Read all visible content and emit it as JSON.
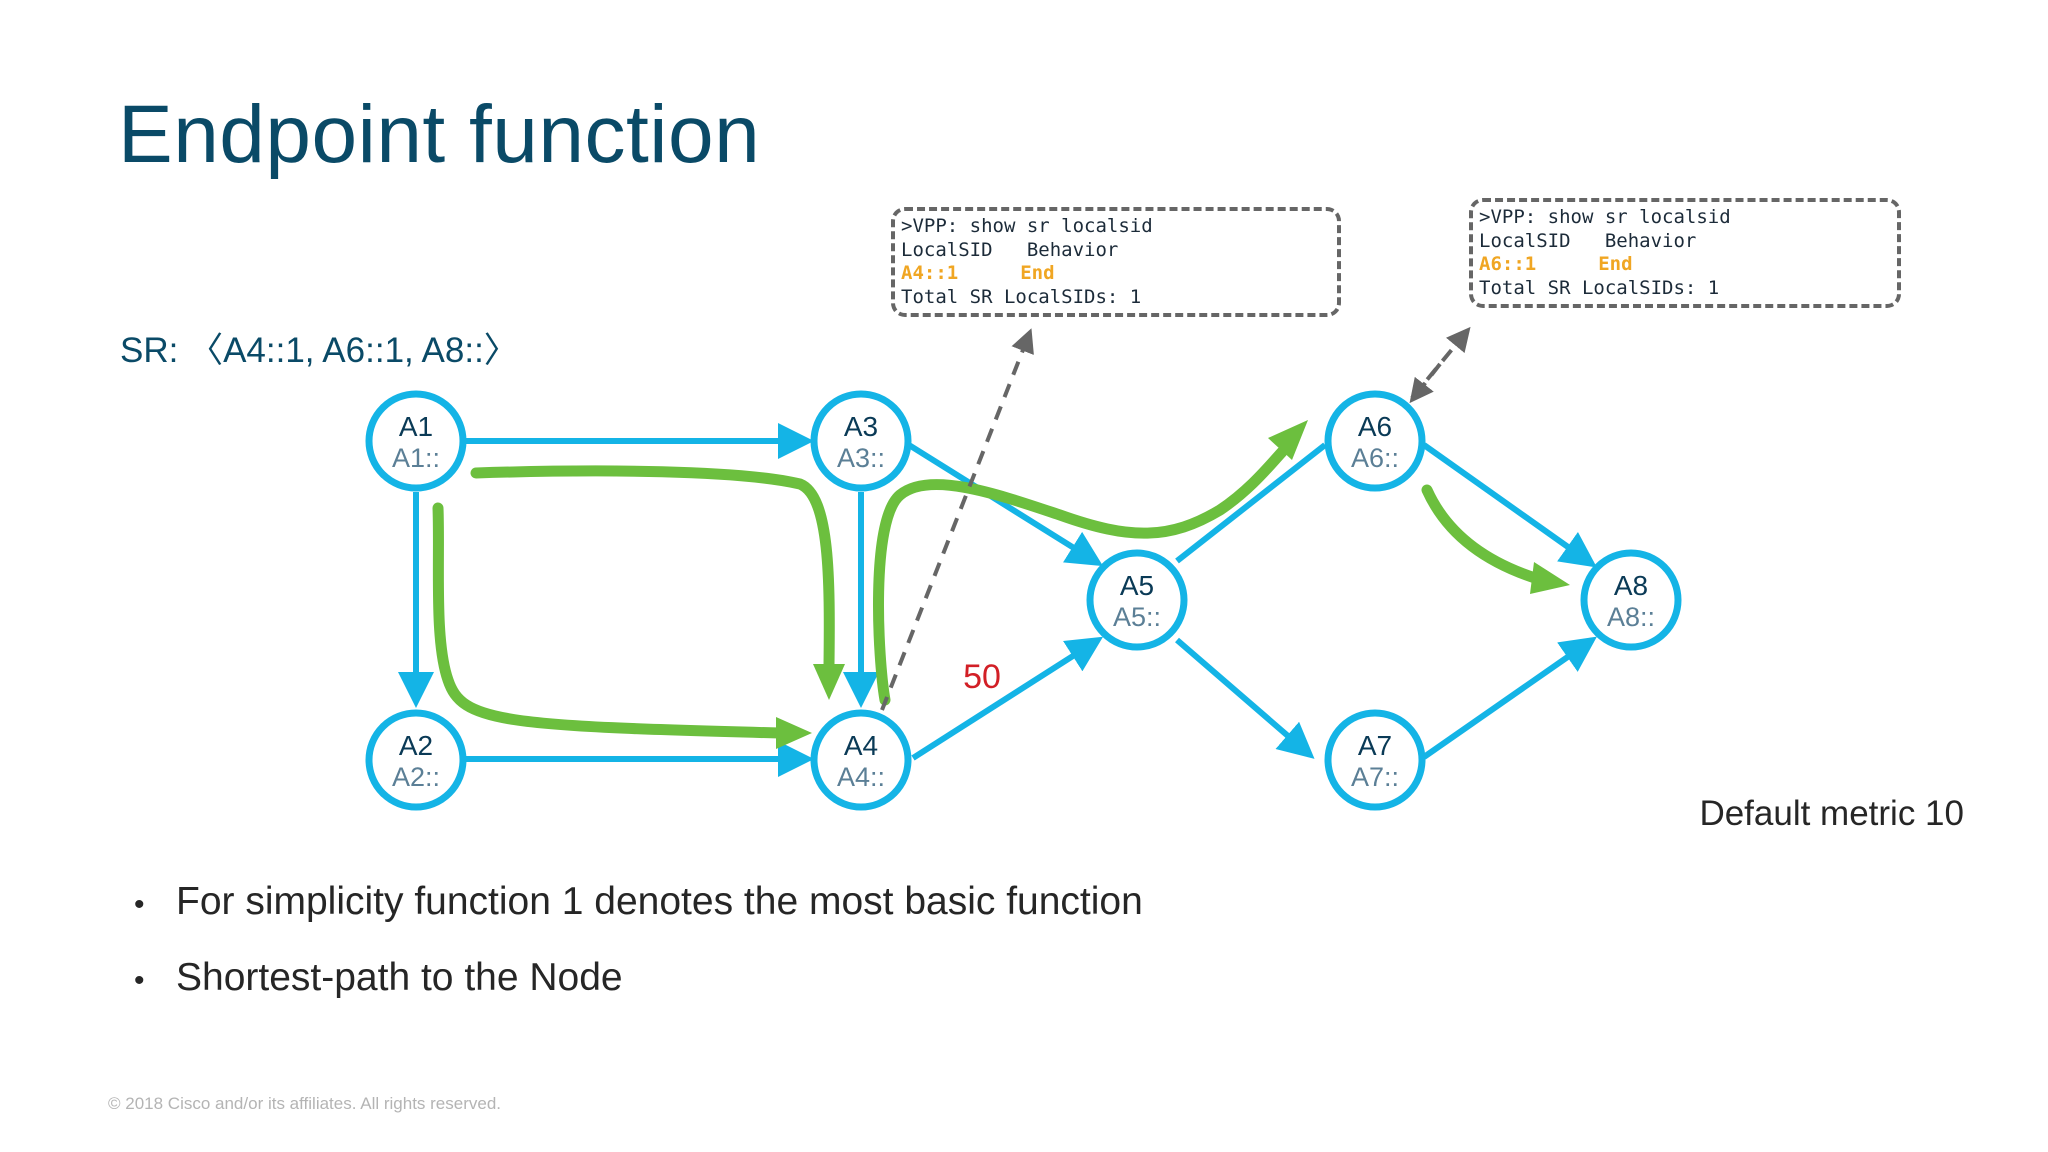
{
  "title": "Endpoint function",
  "sr_list": "SR: 〈A4::1, A6::1, A8::〉",
  "colors": {
    "title": "#0a4a67",
    "link": "#14b4e6",
    "path": "#6cbf3e",
    "highlight": "#f0a623",
    "metric": "#d21f26"
  },
  "nodes": [
    {
      "id": "A1",
      "name": "A1",
      "addr": "A1::"
    },
    {
      "id": "A2",
      "name": "A2",
      "addr": "A2::"
    },
    {
      "id": "A3",
      "name": "A3",
      "addr": "A3::"
    },
    {
      "id": "A4",
      "name": "A4",
      "addr": "A4::"
    },
    {
      "id": "A5",
      "name": "A5",
      "addr": "A5::"
    },
    {
      "id": "A6",
      "name": "A6",
      "addr": "A6::"
    },
    {
      "id": "A7",
      "name": "A7",
      "addr": "A7::"
    },
    {
      "id": "A8",
      "name": "A8",
      "addr": "A8::"
    }
  ],
  "links": [
    {
      "from": "A1",
      "to": "A3"
    },
    {
      "from": "A1",
      "to": "A2"
    },
    {
      "from": "A2",
      "to": "A4"
    },
    {
      "from": "A3",
      "to": "A4"
    },
    {
      "from": "A3",
      "to": "A5"
    },
    {
      "from": "A4",
      "to": "A5",
      "metric": "50"
    },
    {
      "from": "A5",
      "to": "A6"
    },
    {
      "from": "A5",
      "to": "A7"
    },
    {
      "from": "A6",
      "to": "A8"
    },
    {
      "from": "A7",
      "to": "A8"
    }
  ],
  "cli_a4": {
    "line1": ">VPP: show sr localsid",
    "line2": "LocalSID   Behavior",
    "sid": "A4::1",
    "behavior": "End",
    "line4": "Total SR LocalSIDs: 1"
  },
  "cli_a6": {
    "line1": ">VPP: show sr localsid",
    "line2": "LocalSID   Behavior",
    "sid": "A6::1",
    "behavior": "End",
    "line4": "Total SR LocalSIDs: 1"
  },
  "default_metric": "Default metric 10",
  "bullets": [
    "For simplicity function 1 denotes the most basic function",
    "Shortest-path to the Node"
  ],
  "bullet_symbol": "•",
  "copyright": "© 2018  Cisco and/or its affiliates. All rights reserved."
}
